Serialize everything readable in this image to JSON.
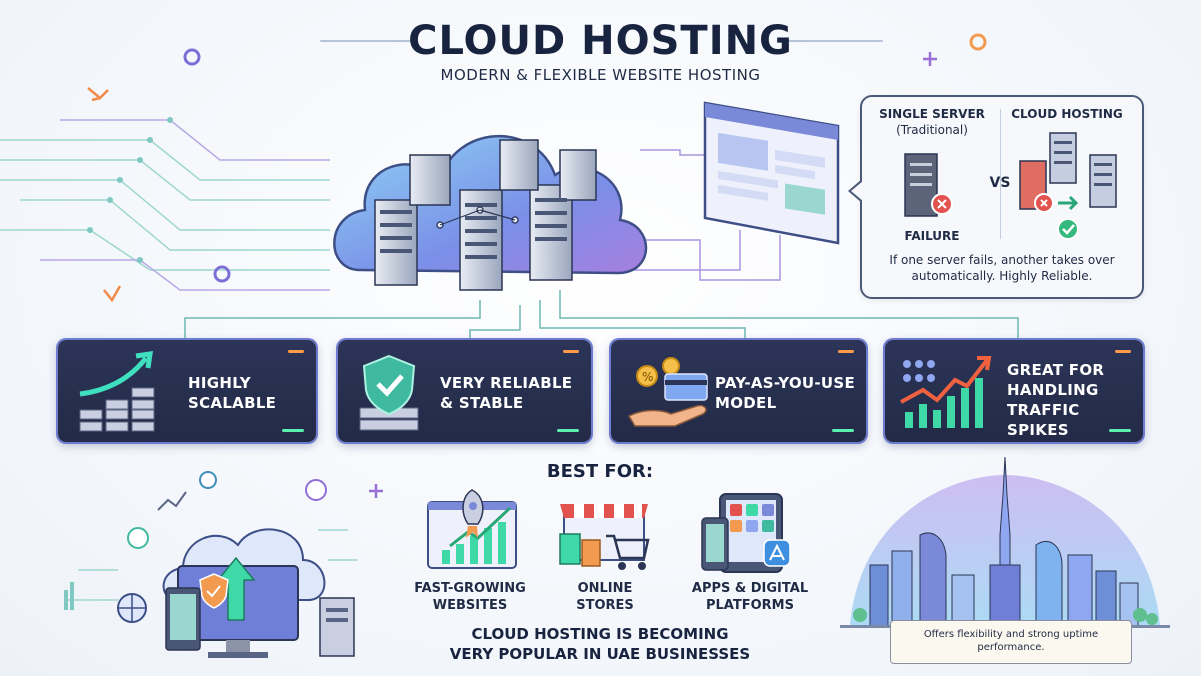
{
  "header": {
    "title": "CLOUD HOSTING",
    "subtitle": "MODERN & FLEXIBLE WEBSITE HOSTING"
  },
  "comparison": {
    "left_title": "SINGLE SERVER",
    "left_sub": "(Traditional)",
    "right_title": "CLOUD HOSTING",
    "vs": "VS",
    "failure": "FAILURE",
    "desc_line1": "If one server fails, another takes over",
    "desc_line2": "automatically. Highly Reliable."
  },
  "features": [
    {
      "line1": "HIGHLY",
      "line2": "SCALABLE",
      "line3": "",
      "icon": "growth-chart-icon"
    },
    {
      "line1": "VERY RELIABLE",
      "line2": "& STABLE",
      "line3": "",
      "icon": "shield-check-icon"
    },
    {
      "line1": "PAY-AS-YOU-USE",
      "line2": "MODEL",
      "line3": "",
      "icon": "payment-hand-icon"
    },
    {
      "line1": "GREAT FOR",
      "line2": "HANDLING",
      "line3": "TRAFFIC SPIKES",
      "icon": "traffic-chart-icon"
    }
  ],
  "best_for": {
    "heading": "BEST FOR:",
    "items": [
      {
        "line1": "FAST-GROWING",
        "line2": "WEBSITES",
        "icon": "rocket-icon"
      },
      {
        "line1": "ONLINE",
        "line2": "STORES",
        "icon": "shop-cart-icon"
      },
      {
        "line1": "APPS & DIGITAL",
        "line2": "PLATFORMS",
        "icon": "devices-icon"
      }
    ]
  },
  "footer": {
    "line1": "CLOUD HOSTING IS BECOMING",
    "line2": "VERY POPULAR IN UAE BUSINESSES"
  },
  "banner": {
    "line1": "Offers flexibility and strong uptime",
    "line2": "performance."
  },
  "colors": {
    "card_bg": "#262e4d",
    "card_border": "#6d7bd0",
    "accent_green": "#59f0b0",
    "accent_orange": "#ff9a4a",
    "title": "#17233f"
  }
}
